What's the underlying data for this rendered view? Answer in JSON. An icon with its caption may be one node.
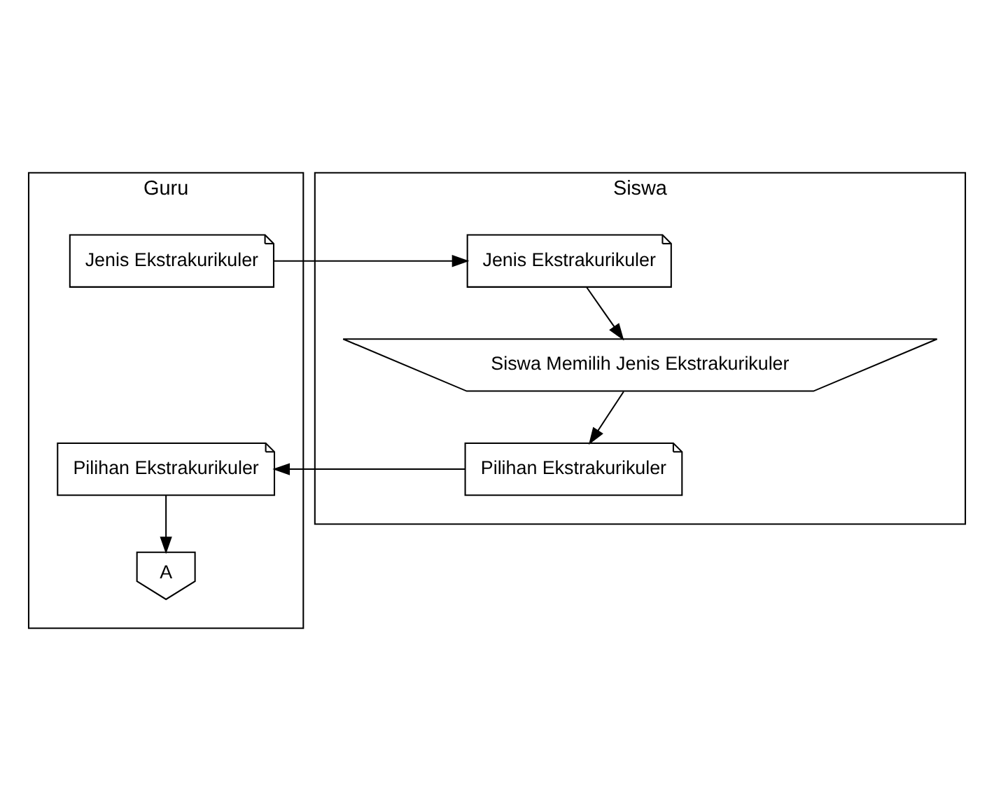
{
  "diagram": {
    "nodes": [
      {
        "text": [
          "Guru"
        ]
      },
      {
        "text": [
          "Siswa"
        ]
      },
      {
        "text": [
          "Jenis Ekstrakurikuler"
        ],
        "in": 0
      },
      {
        "text": [
          "Jenis Ekstrakurikuler"
        ],
        "in": 1
      },
      {
        "text": [
          "Siswa Memilih Jenis Ekstrakurikuler"
        ],
        "in": 1
      },
      {
        "text": [
          "Pilihan Ekstrakurikuler"
        ],
        "in": 1
      },
      {
        "text": [
          "Pilihan Ekstrakurikuler"
        ],
        "in": 0
      },
      {
        "text": [
          "A"
        ],
        "in": 0
      }
    ],
    "edges": [
      {
        "from": 2,
        "to": 3,
        "arrow": "to"
      },
      {
        "from": 3,
        "to": 4,
        "arrow": "to"
      },
      {
        "from": 4,
        "to": 5,
        "arrow": "to"
      },
      {
        "from": 5,
        "to": 6,
        "arrow": "to"
      },
      {
        "from": 6,
        "to": 7,
        "arrow": "to"
      }
    ]
  }
}
